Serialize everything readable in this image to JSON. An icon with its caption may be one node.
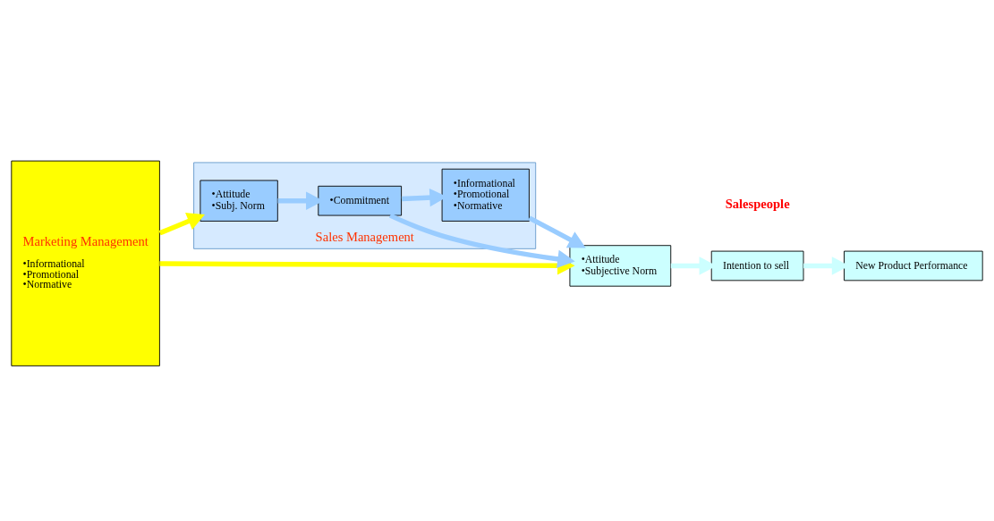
{
  "diagram": {
    "nodes": [
      {
        "text": [
          "Marketing Management",
          "•Informational •Promotional •Normative"
        ]
      },
      {
        "text": [
          "•Attitude •Subjective Norm"
        ]
      },
      {
        "text": [
          "Intention to sell"
        ]
      },
      {
        "text": [
          "New Product Performance"
        ]
      },
      {
        "text": [
          "Sales Management"
        ]
      },
      {
        "text": [
          "•Commitment"
        ],
        "in": 4
      },
      {
        "text": [
          "•Informational •Promotional •Normative"
        ],
        "in": 4
      },
      {
        "text": [
          "•Attitude •Subj. Norm"
        ],
        "in": 4
      }
    ],
    "edges": [
      {
        "from": 0,
        "to": 1,
        "arrow": "to",
        "color": "#ffff00"
      },
      {
        "from": 0,
        "to": 7,
        "arrow": "to",
        "color": "#ffff00"
      },
      {
        "from": 7,
        "to": 5,
        "arrow": "to"
      },
      {
        "from": 5,
        "to": 6,
        "arrow": "to"
      },
      {
        "from": 5,
        "to": 1,
        "arrow": "to"
      },
      {
        "from": 6,
        "to": 1,
        "arrow": "to"
      },
      {
        "from": 1,
        "to": 2,
        "arrow": "to",
        "color": "#ccffff"
      },
      {
        "from": 2,
        "to": 3,
        "arrow": "to",
        "color": "#ccffff"
      }
    ],
    "labels": [
      "Salespeople"
    ]
  }
}
